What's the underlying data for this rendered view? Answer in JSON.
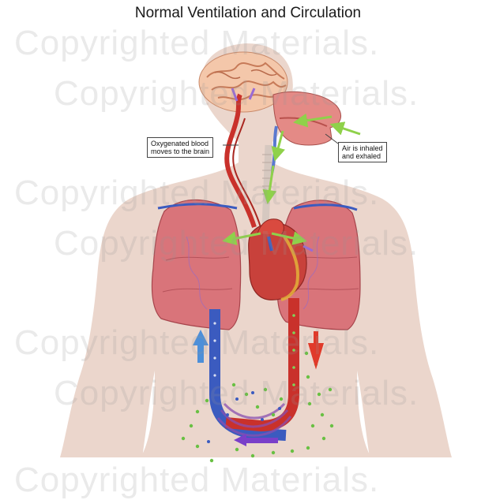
{
  "title": "Normal Ventilation and Circulation",
  "watermark_text": "Copyrighted Materials.",
  "callouts": {
    "blood_to_brain": "Oxygenated blood\nmoves to the brain",
    "air": "Air is inhaled\nand exhaled"
  },
  "colors": {
    "body": "#e9d2c6",
    "lung": "#d9747a",
    "artery": "#c9312b",
    "vein": "#3b5bbf",
    "oxygen_dot": "#69c043",
    "arrow_up": "#4d8fd9",
    "arrow_down": "#e03a2a",
    "arrow_left": "#7a3fc9",
    "air_arrow": "#8fd14a"
  }
}
